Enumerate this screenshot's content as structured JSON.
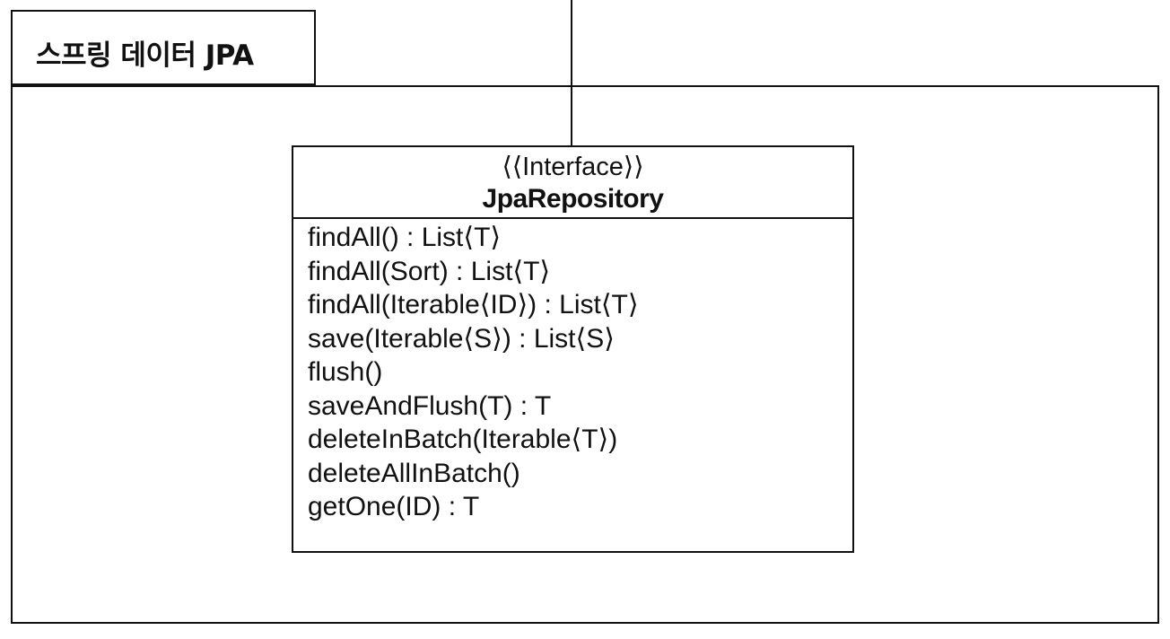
{
  "package": {
    "name": "스프링 데이터 JPA"
  },
  "class": {
    "stereotype": "⟨⟨Interface⟩⟩",
    "name": "JpaRepository",
    "operations": [
      "findAll() : List⟨T⟩",
      "findAll(Sort) : List⟨T⟩",
      "findAll(Iterable⟨ID⟩) : List⟨T⟩",
      "save(Iterable⟨S⟩) : List⟨S⟩",
      "flush()",
      "saveAndFlush(T) : T",
      "deleteInBatch(Iterable⟨T⟩)",
      "deleteAllInBatch()",
      "getOne(ID) : T"
    ]
  },
  "colors": {
    "line": "#111111",
    "background": "#ffffff"
  }
}
